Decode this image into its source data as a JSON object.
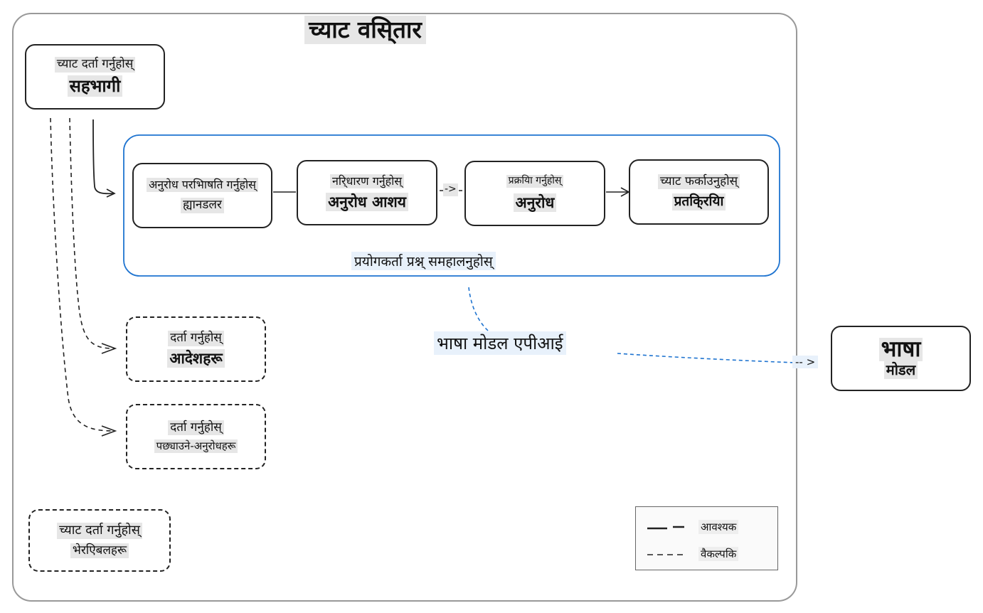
{
  "title": "च्याट वसि्तार",
  "participants": {
    "line1": "च्याट दर्ता गर्नुहोस्",
    "line2": "सहभागी"
  },
  "group_label": "प्रयोगकर्ता प्रश्न् समहालनुहोस्",
  "handler": {
    "line1": "अनुरोध परभिाषति गर्नुहोस्",
    "line2": "ह्यानडलर"
  },
  "intent": {
    "line1": "नरि्धारण गर्नुहोस्",
    "line2": "अनुरोध आशय"
  },
  "process": {
    "line1": "प्रक्रयिा गर्नुहोस्",
    "line2": "अनुरोध"
  },
  "response": {
    "line1": "च्याट फर्काउनुहोस्",
    "line2": "प्रतकि्रयिा"
  },
  "commands": {
    "line1": "दर्ता गर्नुहोस्",
    "line2": "आदेशहरू"
  },
  "followups": {
    "line1": "दर्ता गर्नुहोस्",
    "line2": "पछ्याउने-अनुरोधहरू"
  },
  "variables": {
    "line1": "च्याट दर्ता गर्नुहोस्",
    "line2": "भेरएिबलहरू"
  },
  "api_label": "भाषा मोडल एपीआई",
  "language_model": {
    "line1": "भाषा",
    "line2": "मोडल"
  },
  "legend": {
    "required": "आवश्यक",
    "optional": "वैकल्पकि"
  },
  "arrowheads": {
    "dash": "->",
    "optional_model": "-- >"
  },
  "colors": {
    "accent_blue": "#1f74d0",
    "label_bg": "#e6e6e6"
  }
}
